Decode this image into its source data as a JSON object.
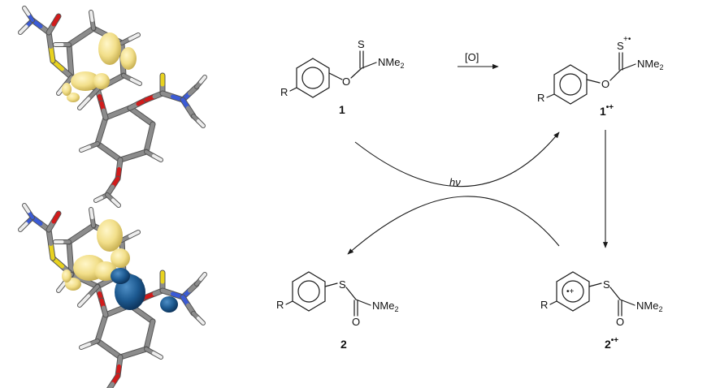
{
  "scheme": {
    "oxidant_label": "[O]",
    "light_label": "hν",
    "compounds": {
      "c1": {
        "number": "1",
        "sup": "",
        "thio_atom": "S",
        "thio_charge": "",
        "link_atom": "O",
        "amine": "NMe",
        "amine_sub": "2",
        "substituent": "R"
      },
      "c1rc": {
        "number": "1",
        "sup": "•+",
        "thio_atom": "S",
        "thio_charge": "+•",
        "link_atom": "O",
        "amine": "NMe",
        "amine_sub": "2",
        "substituent": "R"
      },
      "c2": {
        "number": "2",
        "sup": "",
        "link_atom": "S",
        "oxo_atom": "O",
        "amine": "NMe",
        "amine_sub": "2",
        "substituent": "R"
      },
      "c2rc": {
        "number": "2",
        "sup": "•+",
        "link_atom": "S",
        "oxo_atom": "O",
        "amine": "NMe",
        "amine_sub": "2",
        "substituent": "R",
        "ring_charge": "•+"
      }
    }
  },
  "orbital_colors": {
    "yellow_lobe": "#f2df8a",
    "blue_lobe": "#1d5a91",
    "sulfur": "#e8d21f",
    "oxygen": "#d21b1b",
    "nitrogen": "#3b5bd6",
    "carbon": "#8c8c8c",
    "hydrogen": "#ededed"
  }
}
